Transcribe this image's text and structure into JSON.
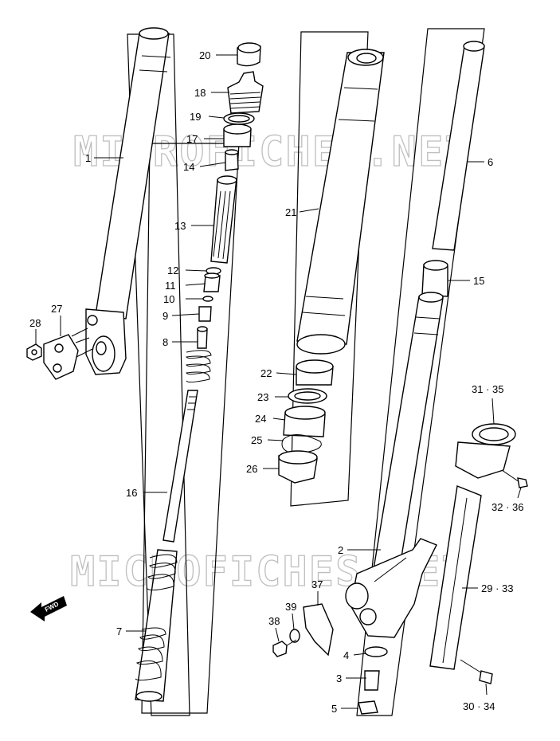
{
  "watermark": "MICROFICHES.NET",
  "fwd_text": "FWD",
  "callouts": {
    "p1": "1",
    "p2": "2",
    "p3": "3",
    "p4": "4",
    "p5": "5",
    "p6": "6",
    "p7": "7",
    "p8": "8",
    "p9": "9",
    "p10": "10",
    "p11": "11",
    "p12": "12",
    "p13": "13",
    "p14": "14",
    "p15": "15",
    "p16": "16",
    "p17": "17",
    "p18": "18",
    "p19": "19",
    "p20": "20",
    "p21": "21",
    "p22": "22",
    "p23": "23",
    "p24": "24",
    "p25": "25",
    "p26": "26",
    "p27": "27",
    "p28": "28",
    "p29_33": "29 · 33",
    "p30_34": "30 · 34",
    "p31_35": "31 · 35",
    "p32_36": "32 · 36",
    "p37": "37",
    "p38": "38",
    "p39": "39"
  }
}
